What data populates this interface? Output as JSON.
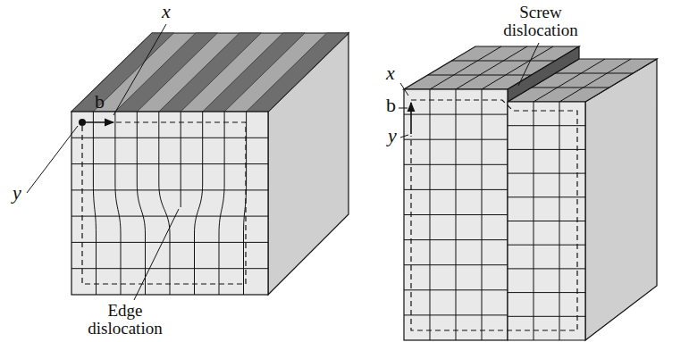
{
  "diagram": {
    "labels": [
      "x",
      "b",
      "y",
      "Edge dislocation",
      "Screw dislocation",
      "x",
      "b",
      "y"
    ]
  }
}
